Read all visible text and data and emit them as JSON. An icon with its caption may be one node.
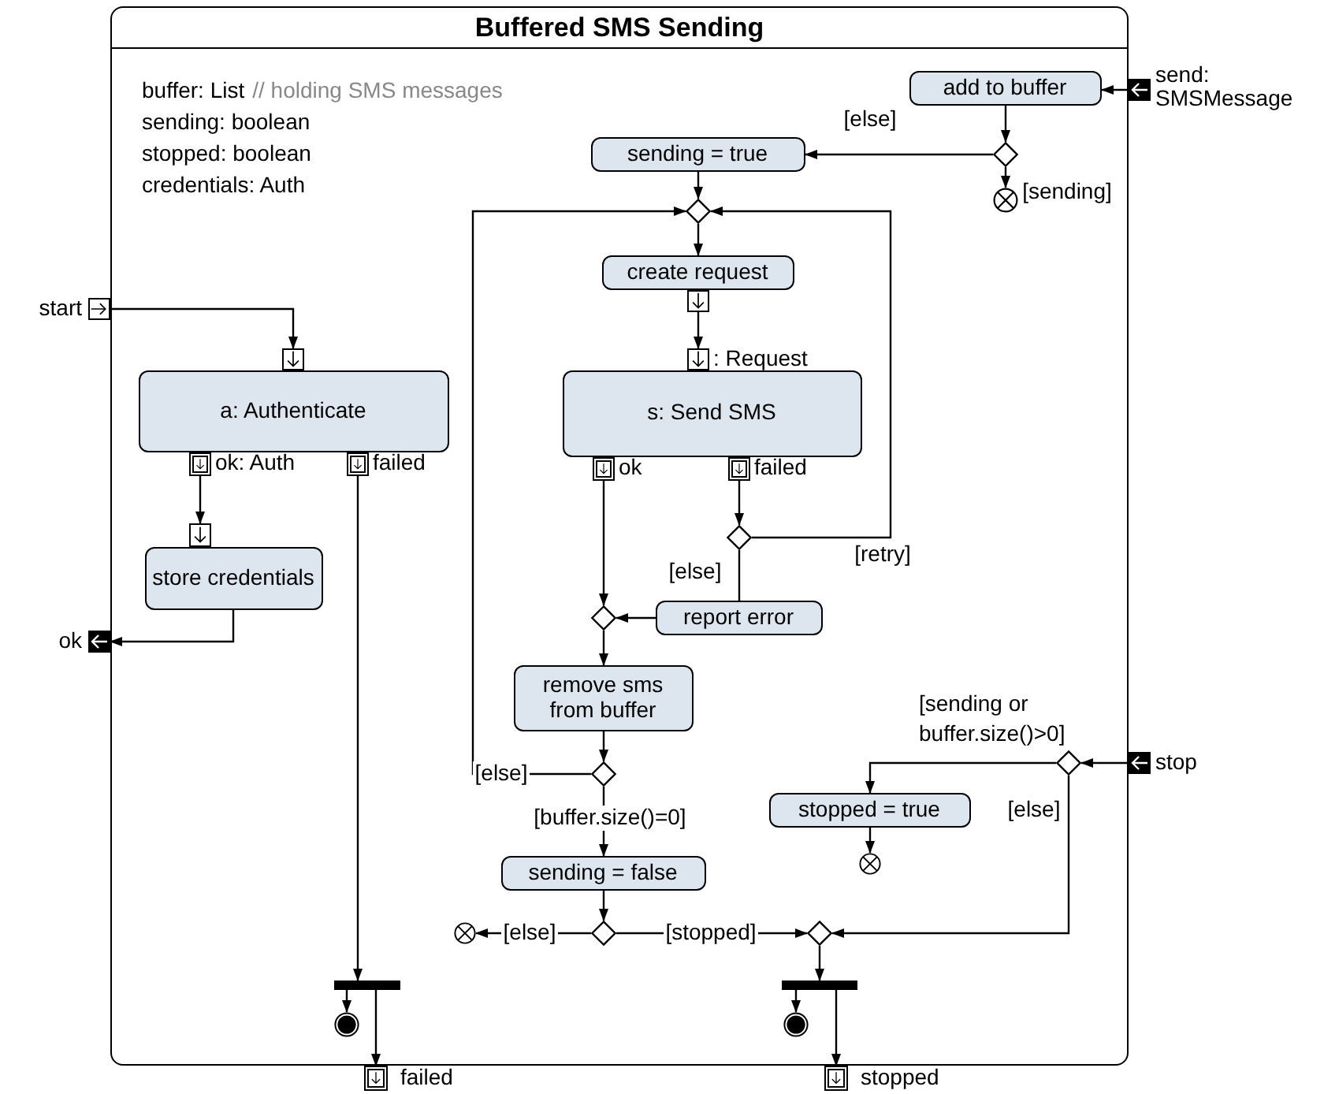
{
  "diagram": {
    "nodes": [
      {
        "text": [
          "Buffered SMS Sending"
        ]
      },
      {
        "text": [
          "add to buffer"
        ],
        "in": 0
      },
      {
        "text": [],
        "shape": "box",
        "beside": [
          "send: SMSMessage"
        ]
      },
      {
        "text": [],
        "shape": "diamond",
        "in": 0
      },
      {
        "text": [],
        "shape": "circle",
        "in": 0
      },
      {
        "text": [
          "sending = true"
        ],
        "in": 0
      },
      {
        "text": [],
        "shape": "diamond",
        "in": 0
      },
      {
        "text": [
          "create request"
        ],
        "in": 0
      },
      {
        "text": [],
        "shape": "box",
        "in": 0
      },
      {
        "text": [],
        "shape": "box",
        "in": 0,
        "beside": [
          ": Request"
        ]
      },
      {
        "text": [
          "s: Send SMS"
        ],
        "in": 0
      },
      {
        "text": [],
        "shape": "box",
        "in": 0,
        "beside": [
          "ok"
        ]
      },
      {
        "text": [],
        "shape": "box",
        "in": 0,
        "beside": [
          "failed"
        ]
      },
      {
        "text": [],
        "shape": "diamond",
        "in": 0
      },
      {
        "text": [
          "report error"
        ],
        "in": 0
      },
      {
        "text": [],
        "shape": "diamond",
        "in": 0
      },
      {
        "text": [
          "remove sms from buffer"
        ],
        "in": 0
      },
      {
        "text": [],
        "shape": "diamond",
        "in": 0
      },
      {
        "text": [
          "sending = false"
        ],
        "in": 0
      },
      {
        "text": [],
        "shape": "diamond",
        "in": 0
      },
      {
        "text": [],
        "shape": "circle",
        "in": 0
      },
      {
        "text": [],
        "shape": "diamond",
        "in": 0
      },
      {
        "text": [],
        "shape": "bar",
        "in": 0
      },
      {
        "text": [],
        "shape": "dot",
        "in": 0
      },
      {
        "text": [],
        "shape": "box",
        "beside": [
          "failed"
        ]
      },
      {
        "text": [],
        "shape": "box",
        "beside": [
          "stop"
        ]
      },
      {
        "text": [],
        "shape": "diamond",
        "in": 0
      },
      {
        "text": [
          "stopped = true"
        ],
        "in": 0
      },
      {
        "text": [],
        "shape": "circle",
        "in": 0
      },
      {
        "text": [],
        "shape": "box",
        "beside": [
          "start"
        ]
      },
      {
        "text": [],
        "shape": "box",
        "in": 0
      },
      {
        "text": [
          "a: Authenticate"
        ],
        "in": 0
      },
      {
        "text": [],
        "shape": "box",
        "in": 0,
        "beside": [
          "ok: Auth"
        ]
      },
      {
        "text": [],
        "shape": "box",
        "in": 0,
        "beside": [
          "failed"
        ]
      },
      {
        "text": [],
        "shape": "box",
        "in": 0
      },
      {
        "text": [
          "store credentials"
        ],
        "in": 0
      },
      {
        "text": [],
        "shape": "box",
        "beside": [
          "ok"
        ]
      },
      {
        "text": [],
        "shape": "bar",
        "in": 0
      },
      {
        "text": [],
        "shape": "dot",
        "in": 0
      },
      {
        "text": [],
        "shape": "box",
        "beside": [
          "stopped"
        ]
      }
    ],
    "edges": [
      {
        "from": 2,
        "to": 1,
        "arrow": "to"
      },
      {
        "from": 1,
        "to": 3,
        "arrow": "to"
      },
      {
        "from": 3,
        "to": 5,
        "arrow": "to",
        "label": "[else]"
      },
      {
        "from": 3,
        "to": 4,
        "arrow": "to",
        "label": "[sending]"
      },
      {
        "from": 5,
        "to": 6,
        "arrow": "to"
      },
      {
        "from": 6,
        "to": 7,
        "arrow": "to"
      },
      {
        "from": 8,
        "to": 9,
        "arrow": "to"
      },
      {
        "from": 11,
        "to": 15,
        "arrow": "to"
      },
      {
        "from": 12,
        "to": 13,
        "arrow": "to"
      },
      {
        "from": 13,
        "to": 6,
        "arrow": "to",
        "label": "[retry]"
      },
      {
        "from": 13,
        "to": 14,
        "arrow": "none",
        "label": "[else]"
      },
      {
        "from": 14,
        "to": 15,
        "arrow": "to"
      },
      {
        "from": 15,
        "to": 16,
        "arrow": "to"
      },
      {
        "from": 16,
        "to": 19,
        "arrow": "to"
      },
      {
        "from": 19,
        "to": 6,
        "arrow": "to",
        "label": "[else]"
      },
      {
        "from": 19,
        "to": 18,
        "arrow": "to",
        "label": "[buffer.size()=0]"
      },
      {
        "from": 18,
        "to": 21,
        "arrow": "to"
      },
      {
        "from": 21,
        "to": 28,
        "arrow": "to",
        "label": "[else]"
      },
      {
        "from": 21,
        "to": 26,
        "arrow": "to",
        "label": "[stopped]"
      },
      {
        "from": 26,
        "to": 37,
        "arrow": "to"
      },
      {
        "from": 37,
        "to": 38,
        "arrow": "to"
      },
      {
        "from": 37,
        "to": 39,
        "arrow": "to"
      },
      {
        "from": 25,
        "to": 17,
        "arrow": "to"
      },
      {
        "from": 17,
        "to": 27,
        "arrow": "to",
        "label": "[sending or buffer.size()>0]"
      },
      {
        "from": 17,
        "to": 26,
        "arrow": "to",
        "label": "[else]"
      },
      {
        "from": 27,
        "to": 20,
        "arrow": "to"
      },
      {
        "from": 29,
        "to": 30,
        "arrow": "to"
      },
      {
        "from": 32,
        "to": 34,
        "arrow": "to"
      },
      {
        "from": 35,
        "to": 36,
        "arrow": "to"
      },
      {
        "from": 33,
        "to": 22,
        "arrow": "to"
      },
      {
        "from": 22,
        "to": 23,
        "arrow": "to"
      },
      {
        "from": 22,
        "to": 24,
        "arrow": "to"
      }
    ],
    "labels": [
      "buffer: List",
      "// holding SMS messages",
      "sending: boolean",
      "stopped: boolean",
      "credentials: Auth"
    ]
  }
}
